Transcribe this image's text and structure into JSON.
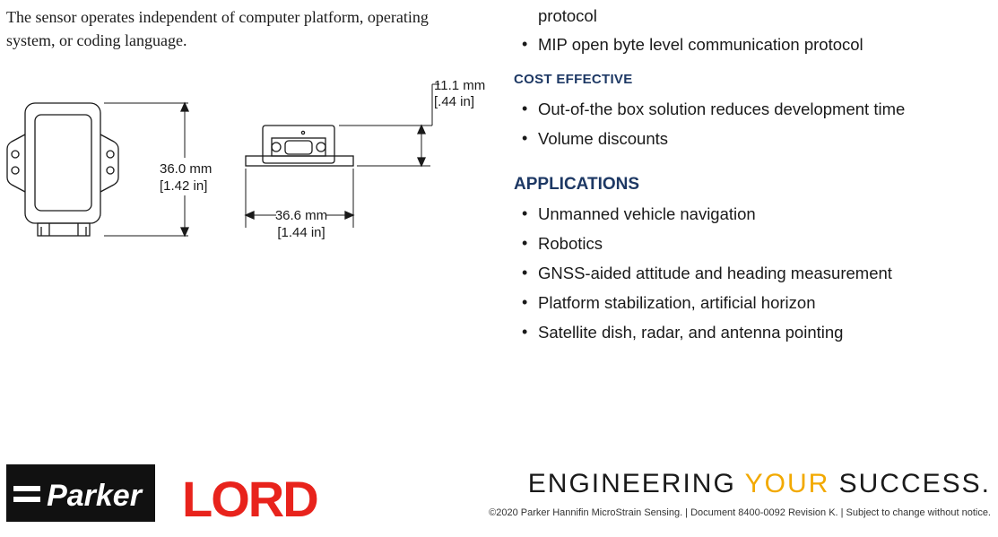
{
  "intro": {
    "text": "The sensor operates independent of computer platform, operating system, or coding language."
  },
  "drawing": {
    "front_height_mm": "36.0 mm",
    "front_height_in": "[1.42 in]",
    "side_depth_mm": "11.1 mm",
    "side_depth_in": "[.44 in]",
    "side_width_mm": "36.6 mm",
    "side_width_in": "[1.44 in]"
  },
  "features": {
    "top_continuation": "protocol",
    "top_items": [
      "MIP open byte level communication protocol"
    ],
    "cost_heading": "COST EFFECTIVE",
    "cost_items": [
      "Out-of-the box solution reduces development time",
      "Volume discounts"
    ]
  },
  "applications": {
    "heading": "APPLICATIONS",
    "items": [
      "Unmanned vehicle navigation",
      "Robotics",
      "GNSS-aided attitude and heading measurement",
      "Platform stabilization, artificial horizon",
      "Satellite dish, radar, and antenna pointing"
    ]
  },
  "branding": {
    "logo_parker": "Parker",
    "logo_lord": "LORD",
    "tagline_pre": "ENGINEERING ",
    "tagline_accent": "YOUR",
    "tagline_post": " SUCCESS.",
    "accent_color": "#f2a900",
    "heading_color": "#1d3864"
  },
  "footer": {
    "text": "©2020 Parker Hannifin MicroStrain Sensing. | Document 8400-0092 Revision K. | Subject to change without notice."
  }
}
